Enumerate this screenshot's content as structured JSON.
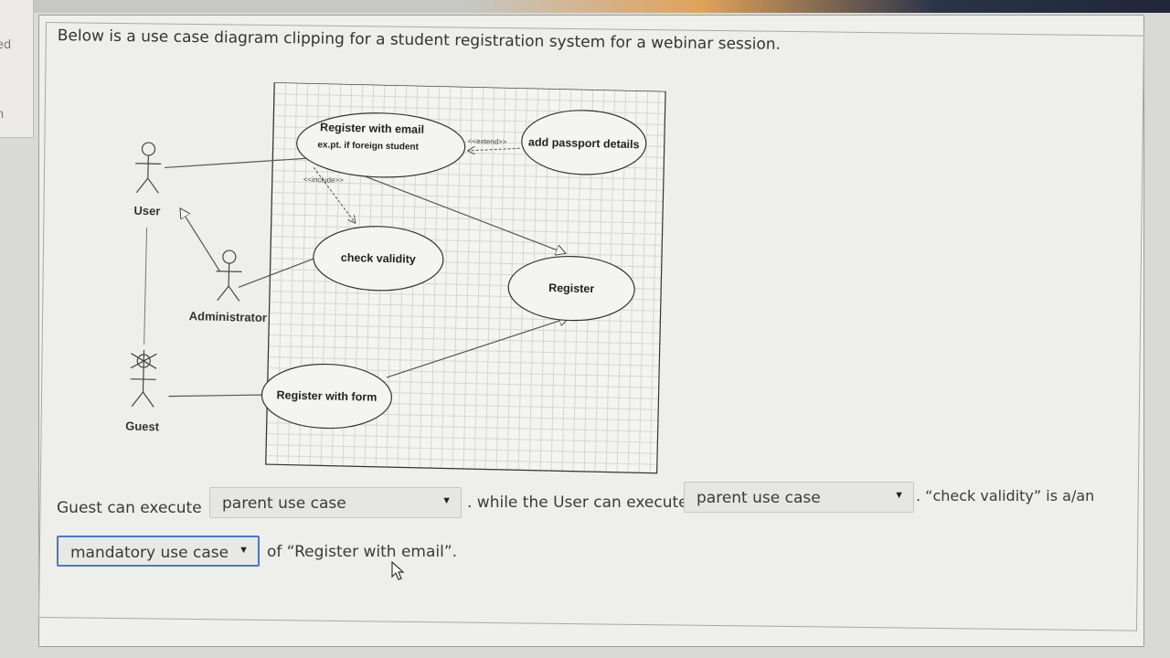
{
  "side_panel": {
    "text_top": "ed",
    "text_mid": "n"
  },
  "question": {
    "prompt": "Below is a use case diagram clipping for a student registration system for a webinar session."
  },
  "diagram": {
    "actors": {
      "user": "User",
      "administrator": "Administrator",
      "guest": "Guest"
    },
    "use_cases": {
      "register_email_line1": "Register with email",
      "register_email_line2": "ex.pt. if foreign student",
      "add_passport": "add passport details",
      "check_validity": "check validity",
      "register": "Register",
      "register_form": "Register with form"
    },
    "stereotypes": {
      "extend": "<<extend>>",
      "include": "<<include>>"
    }
  },
  "answer": {
    "text1": "Guest can execute",
    "dropdown1_value": "parent use case",
    "text2": ". while the User can execute",
    "dropdown2_value": "parent use case",
    "text3": ". “check validity” is a/an",
    "dropdown3_value": "mandatory use case",
    "text4": "of “Register with email”."
  },
  "icons": {
    "dropdown_arrow": "▼"
  },
  "colors": {
    "focus_border": "#4a78c2",
    "top_accent": "#e0a25a"
  }
}
